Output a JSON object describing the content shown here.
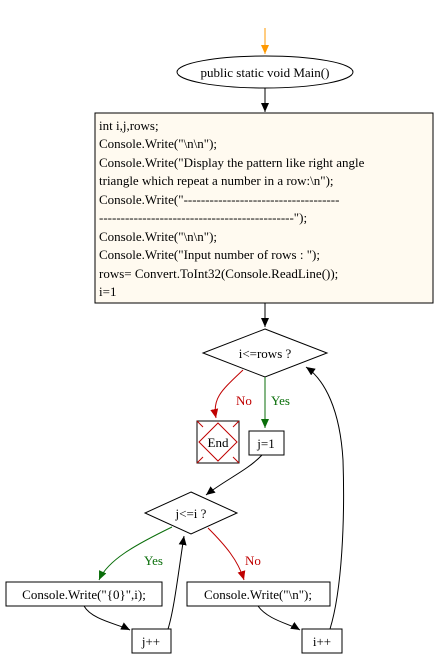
{
  "start_node": {
    "label": "public static void Main()"
  },
  "code_block": {
    "lines": [
      "int i,j,rows;",
      "Console.Write(\"\\n\\n\");",
      "Console.Write(\"Display the pattern like right angle",
      "triangle which repeat a number in a row:\\n\");",
      "Console.Write(\"------------------------------------",
      "---------------------------------------------\");",
      "Console.Write(\"\\n\\n\");",
      "Console.Write(\"Input number of rows : \");",
      "rows= Convert.ToInt32(Console.ReadLine());",
      "i=1"
    ]
  },
  "outer_condition": {
    "label": "i<=rows ?"
  },
  "outer_no_label": "No",
  "outer_yes_label": "Yes",
  "end_node": {
    "label": "End"
  },
  "j_init": {
    "label": "j=1"
  },
  "inner_condition": {
    "label": "j<=i ?"
  },
  "inner_yes_label": "Yes",
  "inner_no_label": "No",
  "write_i": {
    "label": "Console.Write(\"{0}\",i);"
  },
  "write_newline": {
    "label": "Console.Write(\"\\n\");"
  },
  "j_increment": {
    "label": "j++"
  },
  "i_increment": {
    "label": "i++"
  },
  "colors": {
    "start_arrow": "#ff9900",
    "no_branch": "#c00000",
    "yes_branch": "#0a6e0a",
    "box_fill": "#fffaf0"
  }
}
